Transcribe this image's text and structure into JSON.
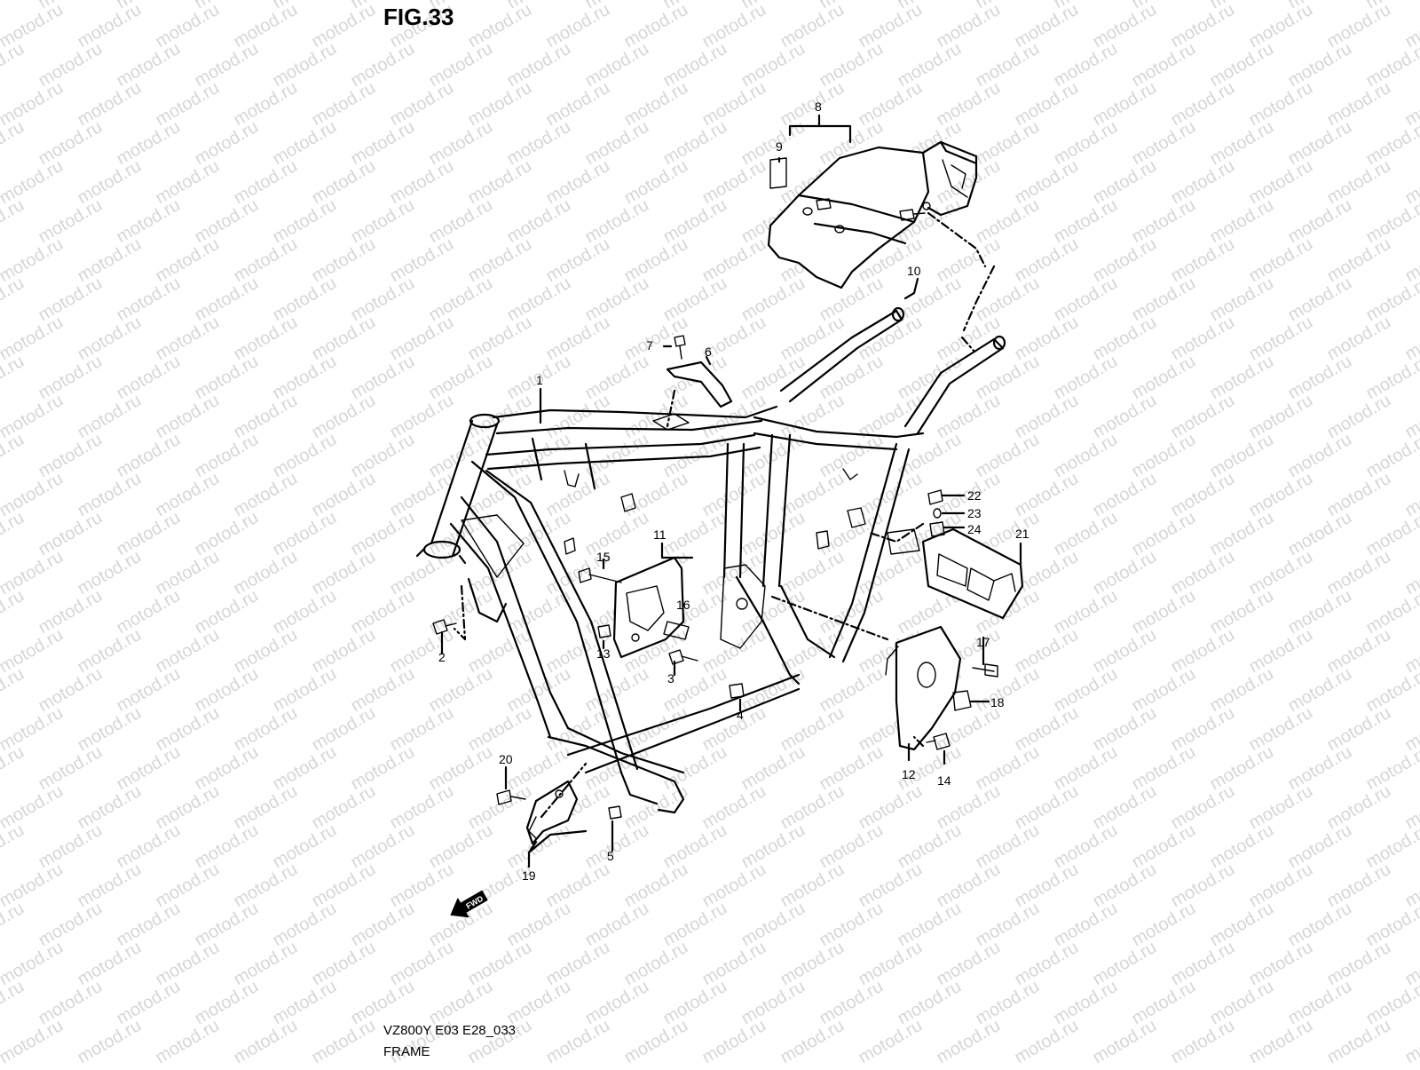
{
  "figure": {
    "title": "FIG.33",
    "ref_code": "VZ800Y E03 E28_033",
    "section_name": "FRAME"
  },
  "watermark": {
    "text": "motod.ru",
    "color": "#d6d6d6"
  },
  "fwd_arrow": {
    "label": "FWD",
    "icon": "fwd-arrow-icon"
  },
  "callouts": [
    {
      "num": "1"
    },
    {
      "num": "2"
    },
    {
      "num": "3"
    },
    {
      "num": "4"
    },
    {
      "num": "5"
    },
    {
      "num": "6"
    },
    {
      "num": "7"
    },
    {
      "num": "8"
    },
    {
      "num": "9"
    },
    {
      "num": "10"
    },
    {
      "num": "11"
    },
    {
      "num": "12"
    },
    {
      "num": "13"
    },
    {
      "num": "14"
    },
    {
      "num": "15"
    },
    {
      "num": "16"
    },
    {
      "num": "17"
    },
    {
      "num": "18"
    },
    {
      "num": "19"
    },
    {
      "num": "20"
    },
    {
      "num": "21"
    },
    {
      "num": "22"
    },
    {
      "num": "23"
    },
    {
      "num": "24"
    }
  ]
}
